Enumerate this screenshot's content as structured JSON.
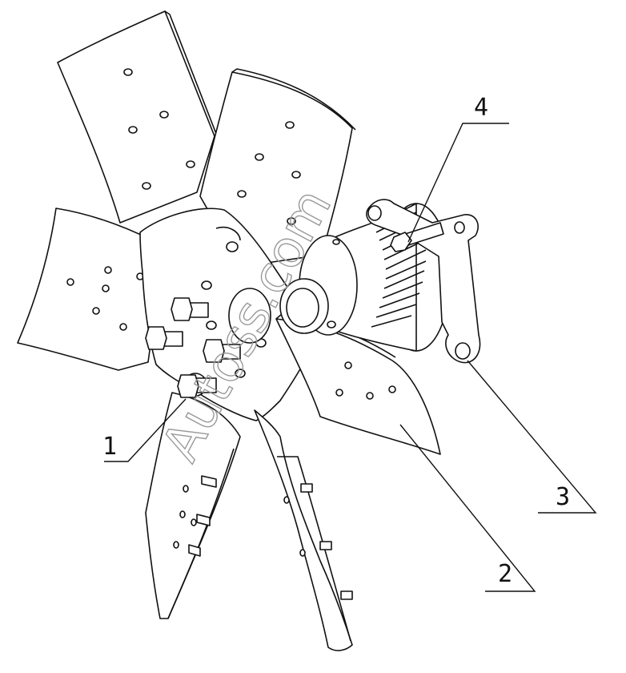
{
  "callouts": [
    {
      "id": "1",
      "text": "1"
    },
    {
      "id": "2",
      "text": "2"
    },
    {
      "id": "3",
      "text": "3"
    },
    {
      "id": "4",
      "text": "4"
    }
  ],
  "watermark": "Autoss.com",
  "colors": {
    "line": "#111111",
    "watermark": "#999999",
    "background": "#ffffff"
  }
}
